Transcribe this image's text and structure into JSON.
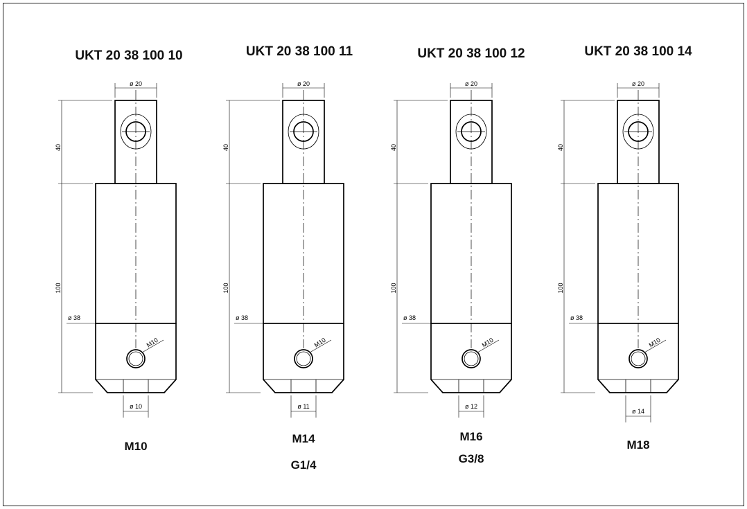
{
  "drawings": [
    {
      "title": "UKT 20 38 100 10",
      "dim_pin_dia": "ø 20",
      "dim_pin_len": "40",
      "dim_body_len": "100",
      "dim_body_dia": "ø 38",
      "dim_port": "M10",
      "dim_bottom": "ø 10",
      "thread": "M10",
      "thread_alt": ""
    },
    {
      "title": "UKT 20 38 100 11",
      "dim_pin_dia": "ø 20",
      "dim_pin_len": "40",
      "dim_body_len": "100",
      "dim_body_dia": "ø 38",
      "dim_port": "M10",
      "dim_bottom": "ø 11",
      "thread": "M14",
      "thread_alt": "G1/4"
    },
    {
      "title": "UKT 20 38 100 12",
      "dim_pin_dia": "ø 20",
      "dim_pin_len": "40",
      "dim_body_len": "100",
      "dim_body_dia": "ø 38",
      "dim_port": "M10",
      "dim_bottom": "ø 12",
      "thread": "M16",
      "thread_alt": "G3/8"
    },
    {
      "title": "UKT 20 38 100 14",
      "dim_pin_dia": "ø 20",
      "dim_pin_len": "40",
      "dim_body_len": "100",
      "dim_body_dia": "ø 38",
      "dim_port": "M10",
      "dim_bottom": "ø 14",
      "thread": "M18",
      "thread_alt": ""
    }
  ]
}
